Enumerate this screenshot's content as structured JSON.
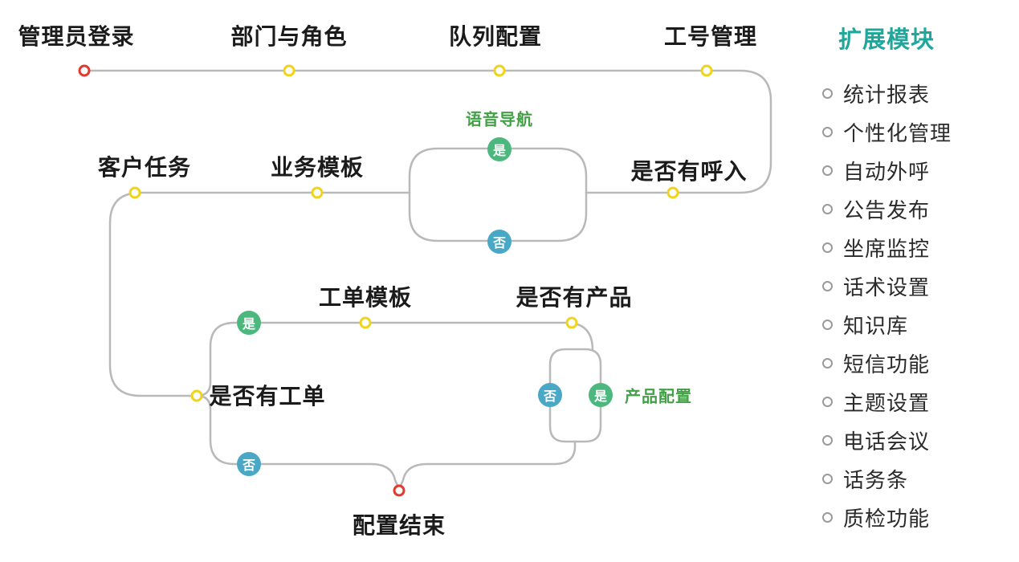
{
  "colors": {
    "line": "#b9b9b9",
    "yellow": "#f0d41c",
    "red": "#e23a2e",
    "green": "#4cb87e",
    "teal": "#49a8c6",
    "label_green": "#43a047",
    "sidebar_teal": "#1fa79b",
    "text": "#1b1b1b"
  },
  "flow": {
    "admin_login": "管理员登录",
    "dept_role": "部门与角色",
    "queue_config": "队列配置",
    "work_id": "工号管理",
    "customer_task": "客户任务",
    "business_template": "业务模板",
    "has_inbound": "是否有呼入",
    "voice_nav": "语音导航",
    "yes": "是",
    "no": "否",
    "work_order_template": "工单模板",
    "has_product": "是否有产品",
    "has_work_order": "是否有工单",
    "product_config": "产品配置",
    "config_end": "配置结束"
  },
  "sidebar": {
    "title": "扩展模块",
    "items": [
      "统计报表",
      "个性化管理",
      "自动外呼",
      "公告发布",
      "坐席监控",
      "话术设置",
      "知识库",
      "短信功能",
      "主题设置",
      "电话会议",
      "话务条",
      "质检功能"
    ]
  }
}
